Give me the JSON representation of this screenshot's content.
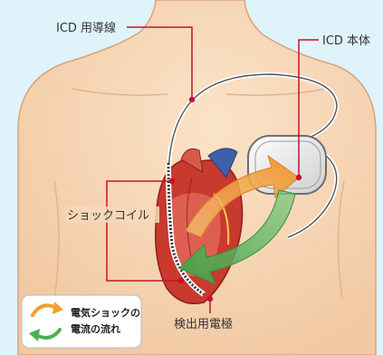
{
  "labels": {
    "lead": "ICD 用導線",
    "body": "ICD 本体",
    "coil": "ショックコイル",
    "sensing": "検出用電極"
  },
  "legend": {
    "line1": "電気ショックの",
    "line2": "電流の流れ"
  },
  "colors": {
    "background": "#dff3fa",
    "skin": "#f7d8b8",
    "skin_outline": "#d9a37c",
    "callout": "#c8102e",
    "shock_orange": "#f0a030",
    "shock_green": "#4caf50",
    "heart_red": "#c0392b"
  },
  "icons": {
    "legend": "shock-cycle-arrows-icon"
  }
}
